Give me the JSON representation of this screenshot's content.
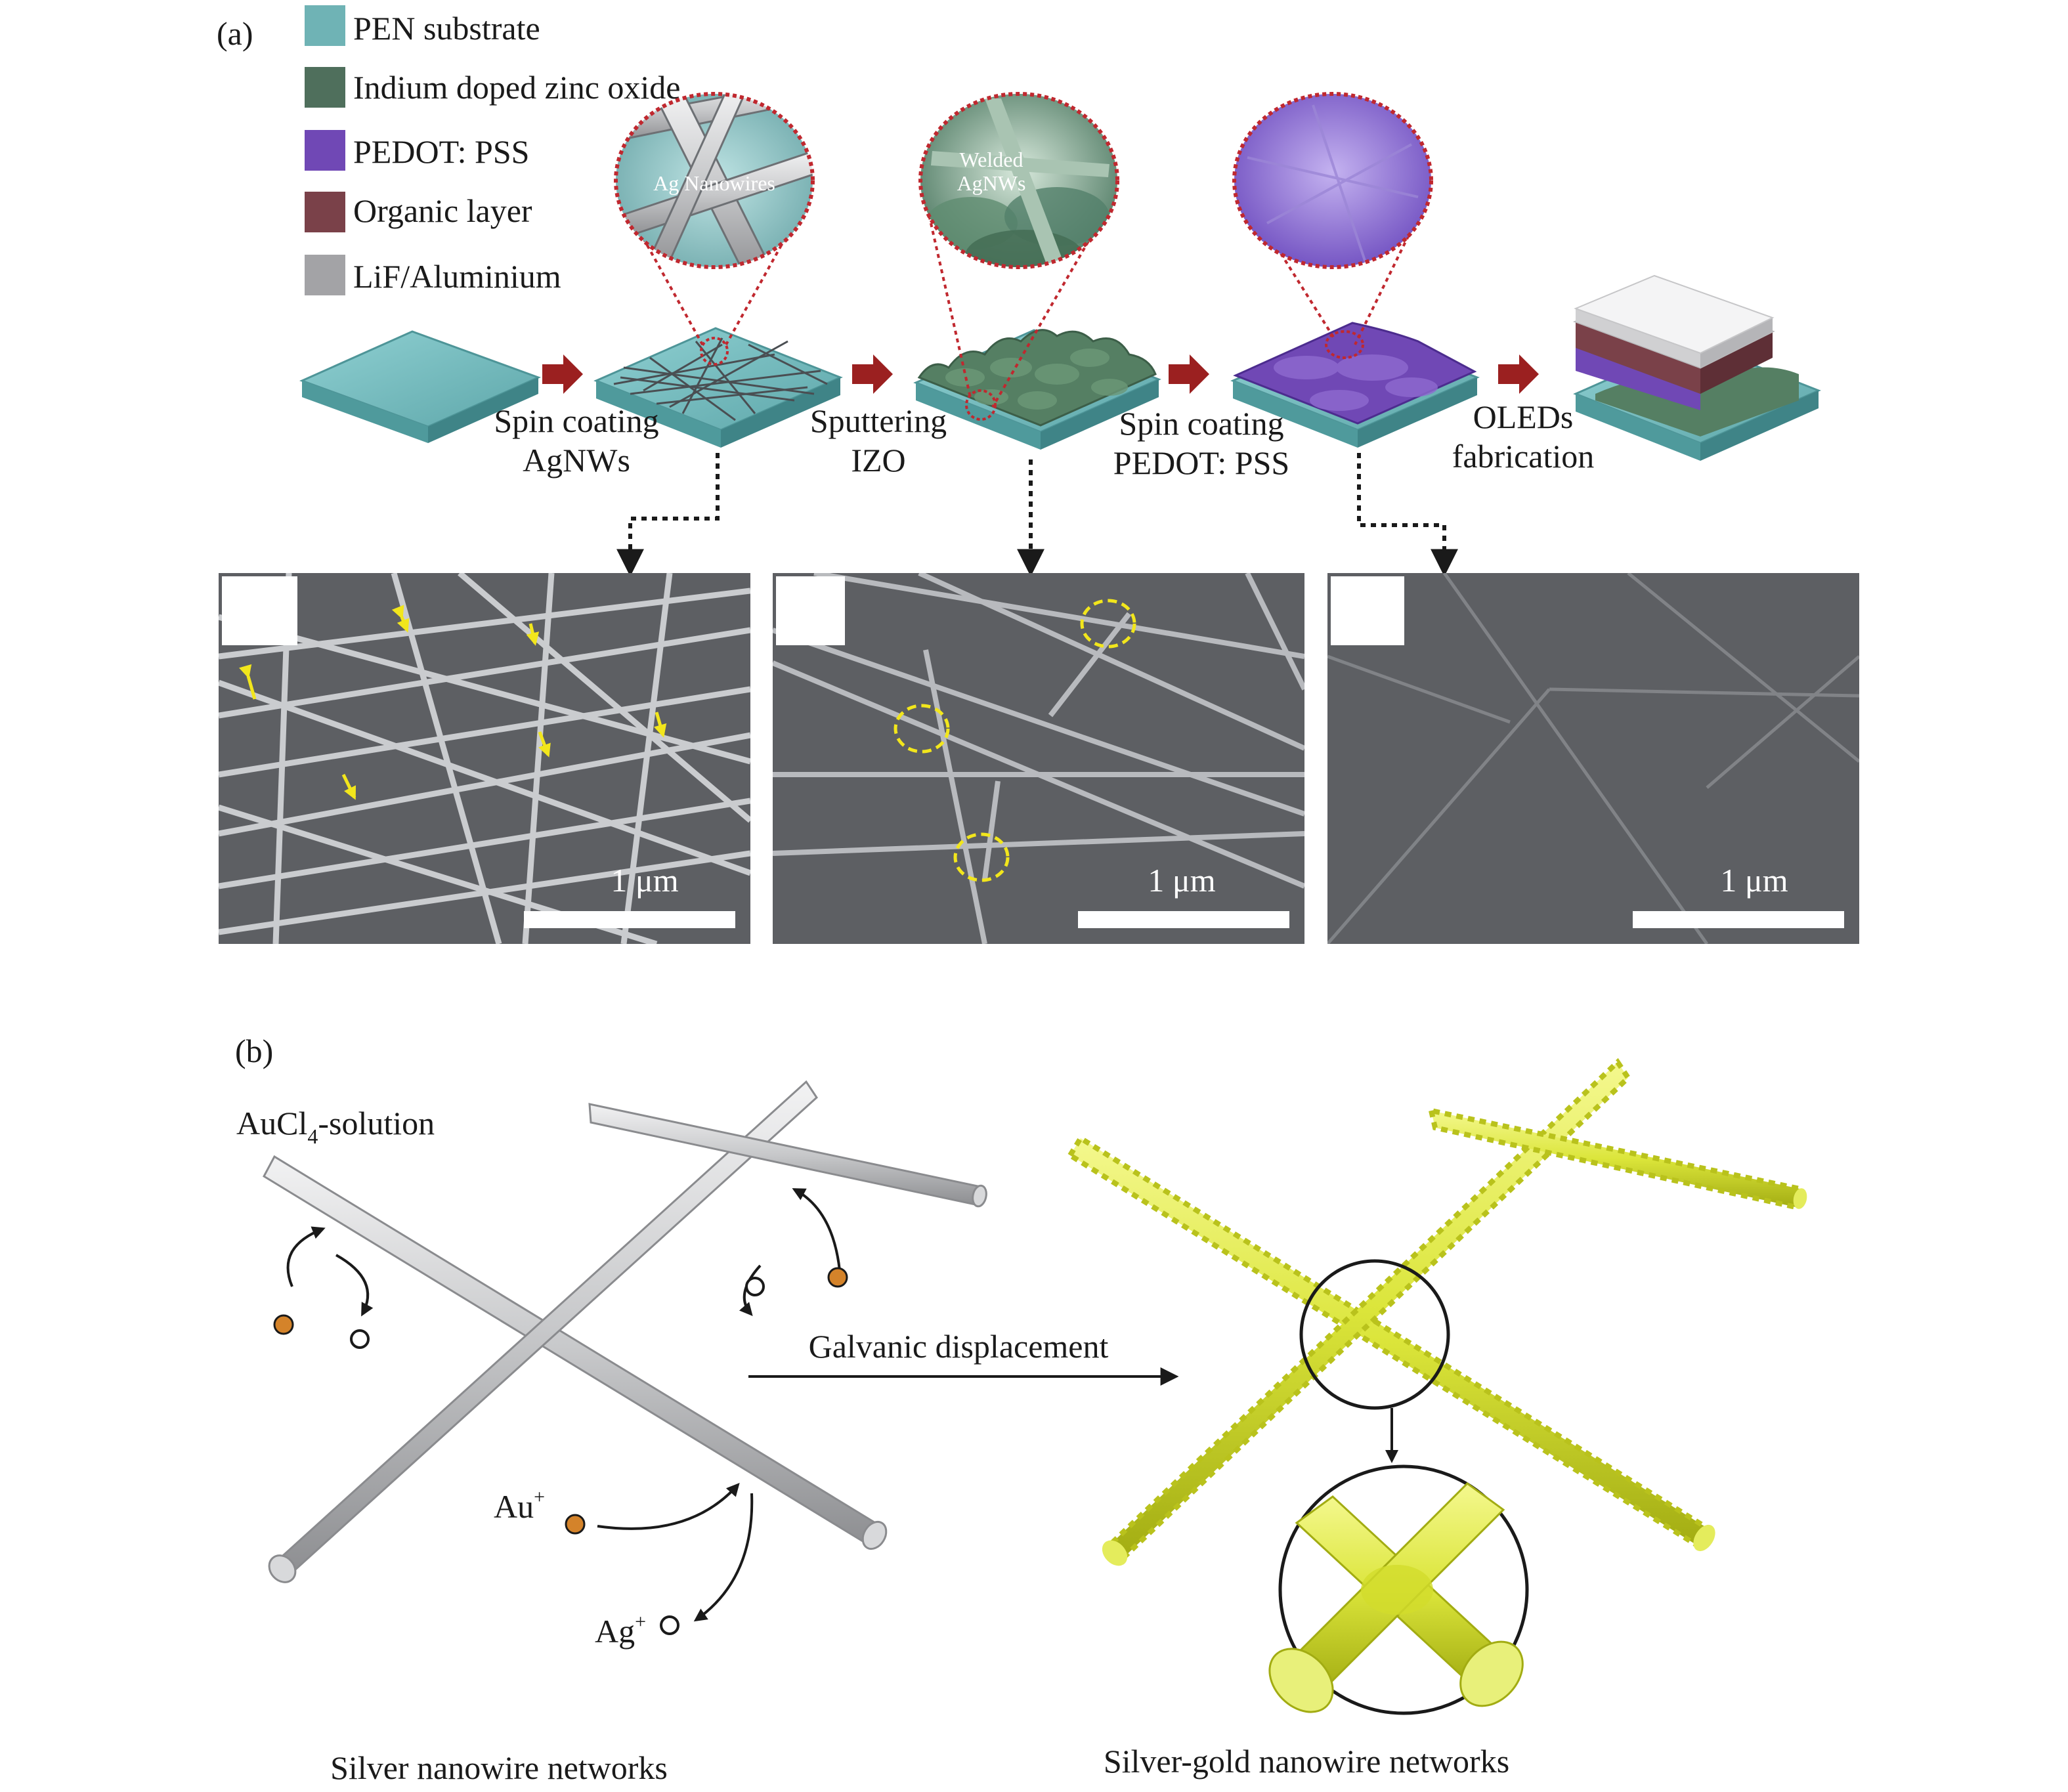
{
  "panel_a": {
    "label": "(a)",
    "legend": [
      {
        "label": "PEN substrate",
        "color": "#6fb3b5"
      },
      {
        "label": "Indium doped zinc oxide",
        "color": "#4f6f5c"
      },
      {
        "label": "PEDOT: PSS",
        "color": "#7048b5"
      },
      {
        "label": "Organic layer",
        "color": "#7a4149"
      },
      {
        "label": "LiF/Aluminium",
        "color": "#a3a3a6"
      }
    ],
    "zoom_labels": [
      "Ag Nanowires",
      "Welded",
      "AgNWs"
    ],
    "steps": [
      {
        "line1": "Spin coating",
        "line2": "AgNWs"
      },
      {
        "line1": "Sputtering",
        "line2": "IZO"
      },
      {
        "line1": "Spin coating",
        "line2": "PEDOT: PSS"
      },
      {
        "line1": "OLEDs",
        "line2": "fabrication"
      }
    ],
    "scale_bar_label": "1 μm",
    "colors": {
      "arrow": "#9b2020",
      "marker": "#f2e61c",
      "zoom_ring": "#c0282f"
    }
  },
  "panel_b": {
    "label": "(b)",
    "solution_main": "AuCl",
    "solution_sub": "4",
    "solution_rest": "-solution",
    "au_ion": "Au",
    "ag_ion": "Ag",
    "ion_charge": "+",
    "process_label": "Galvanic displacement",
    "left_caption": "Silver nanowire networks",
    "right_caption": "Silver-gold nanowire networks",
    "colors": {
      "silver": "#c9cacc",
      "gold": "#dbe53a",
      "au_dot": "#d4832a"
    }
  }
}
